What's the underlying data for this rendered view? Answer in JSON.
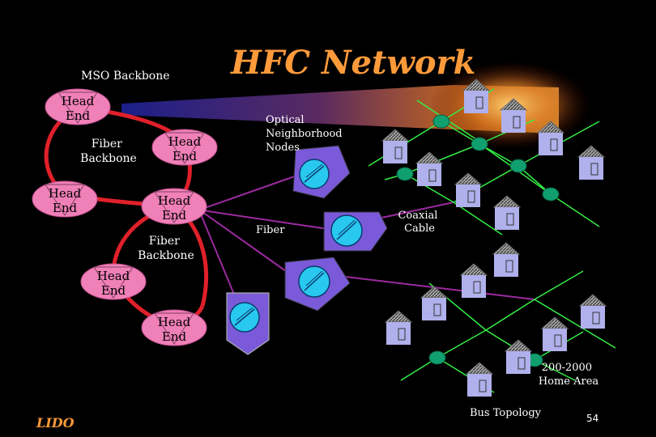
{
  "slide": {
    "title": "HFC Network",
    "mso_label": "MSO  Backbone",
    "fiber_backbone_1": "Fiber Backbone",
    "fiber_backbone_2": "Fiber Backbone",
    "optical_nodes_label": "Optical Neighborhood Nodes",
    "fiber_label": "Fiber",
    "coax_label": "Coaxial Cable",
    "home_area_label": "200-2000 Home Area",
    "topology_label": "Bus Topology",
    "footer_logo": "LIDO",
    "page_number": "54"
  },
  "head_ends": [
    {
      "line1": "Head",
      "line2": "End"
    },
    {
      "line1": "Head",
      "line2": "End"
    },
    {
      "line1": "Head",
      "line2": "End"
    },
    {
      "line1": "Head",
      "line2": "End"
    },
    {
      "line1": "Head",
      "line2": "End"
    },
    {
      "line1": "Head",
      "line2": "End"
    }
  ],
  "colors": {
    "title": "#ff9a3a",
    "ring": "#e0202a",
    "head_end": "#f080b8",
    "fiber_line": "#9c2aa0",
    "coax_line": "#33ee44",
    "node": "#7a5ad8",
    "house": "#b0b0ec"
  }
}
